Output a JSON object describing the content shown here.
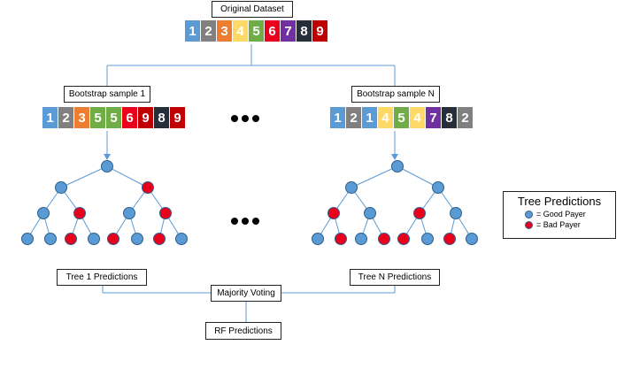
{
  "original": {
    "label": "Original Dataset",
    "values": [
      "1",
      "2",
      "3",
      "4",
      "5",
      "6",
      "7",
      "8",
      "9"
    ]
  },
  "bootstrap1": {
    "label": "Bootstrap sample 1",
    "values": [
      "1",
      "2",
      "3",
      "5",
      "5",
      "6",
      "9",
      "8",
      "9"
    ]
  },
  "bootstrapN": {
    "label": "Bootstrap sample N",
    "values": [
      "1",
      "2",
      "1",
      "4",
      "5",
      "4",
      "7",
      "8",
      "2"
    ]
  },
  "digit_colors": {
    "1": "#5b9bd5",
    "2": "#808080",
    "3": "#ed7d31",
    "4": "#ffd966",
    "5": "#70ad47",
    "6": "#e8001c",
    "7": "#7030a0",
    "8": "#262e3a",
    "9": "#c00000"
  },
  "node_colors": {
    "good": "#5b9bd5",
    "bad": "#e8001c"
  },
  "tree1_leaf_pattern": [
    "good",
    "good",
    "bad",
    "good",
    "bad",
    "good",
    "bad",
    "good"
  ],
  "tree1_internal_pattern": {
    "l1": [
      "good",
      "bad"
    ],
    "l2": [
      "good",
      "bad",
      "good",
      "bad"
    ]
  },
  "treeN_leaf_pattern": [
    "good",
    "bad",
    "good",
    "bad",
    "bad",
    "good",
    "bad",
    "good"
  ],
  "treeN_internal_pattern": {
    "l1": [
      "good",
      "good"
    ],
    "l2": [
      "bad",
      "good",
      "bad",
      "good"
    ]
  },
  "pred1": "Tree 1 Predictions",
  "predN": "Tree N Predictions",
  "voting": "Majority Voting",
  "rf": "RF Predictions",
  "legend": {
    "title": "Tree Predictions",
    "good": "= Good Payer",
    "bad": "= Bad Payer"
  }
}
